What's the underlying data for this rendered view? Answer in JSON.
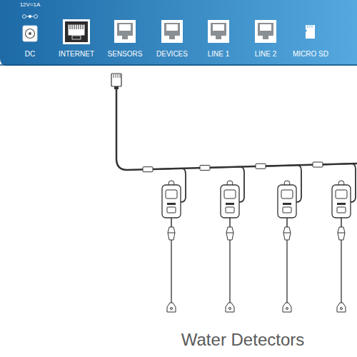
{
  "diagram": {
    "caption": "Water Detectors",
    "labels": [
      "12V=1A",
      "DC",
      "INTERNET",
      "SENSORS",
      "DEVICES",
      "LINE 1",
      "LINE 2",
      "MICRO SD"
    ]
  }
}
